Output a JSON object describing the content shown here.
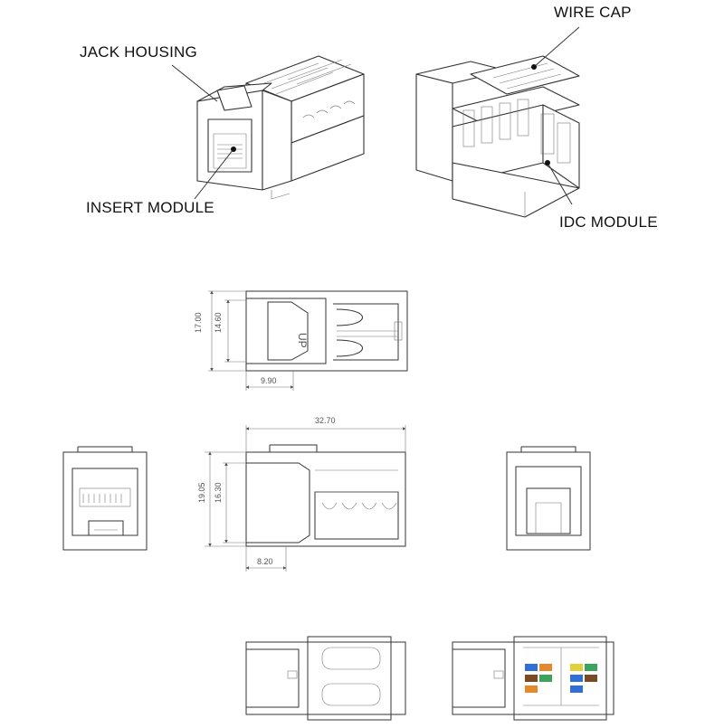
{
  "callouts": {
    "jack_housing": "JACK HOUSING",
    "insert_module": "INSERT MODULE",
    "wire_cap": "WIRE CAP",
    "idc_module": "IDC MODULE"
  },
  "dimensions": {
    "top_view": {
      "outer_height": "17.00",
      "inner_height": "14.60",
      "front_length": "9.90"
    },
    "side_view": {
      "overall_length": "32.70",
      "outer_height": "19.05",
      "inner_height": "16.30",
      "front_length": "8.20"
    }
  },
  "embossed": {
    "up_mark": "UP"
  },
  "colors": {
    "line": "#333333",
    "pair_blue": "#2f6fd6",
    "pair_orange": "#e58a2a",
    "pair_green": "#3aa55a",
    "pair_brown": "#7a4a22"
  }
}
